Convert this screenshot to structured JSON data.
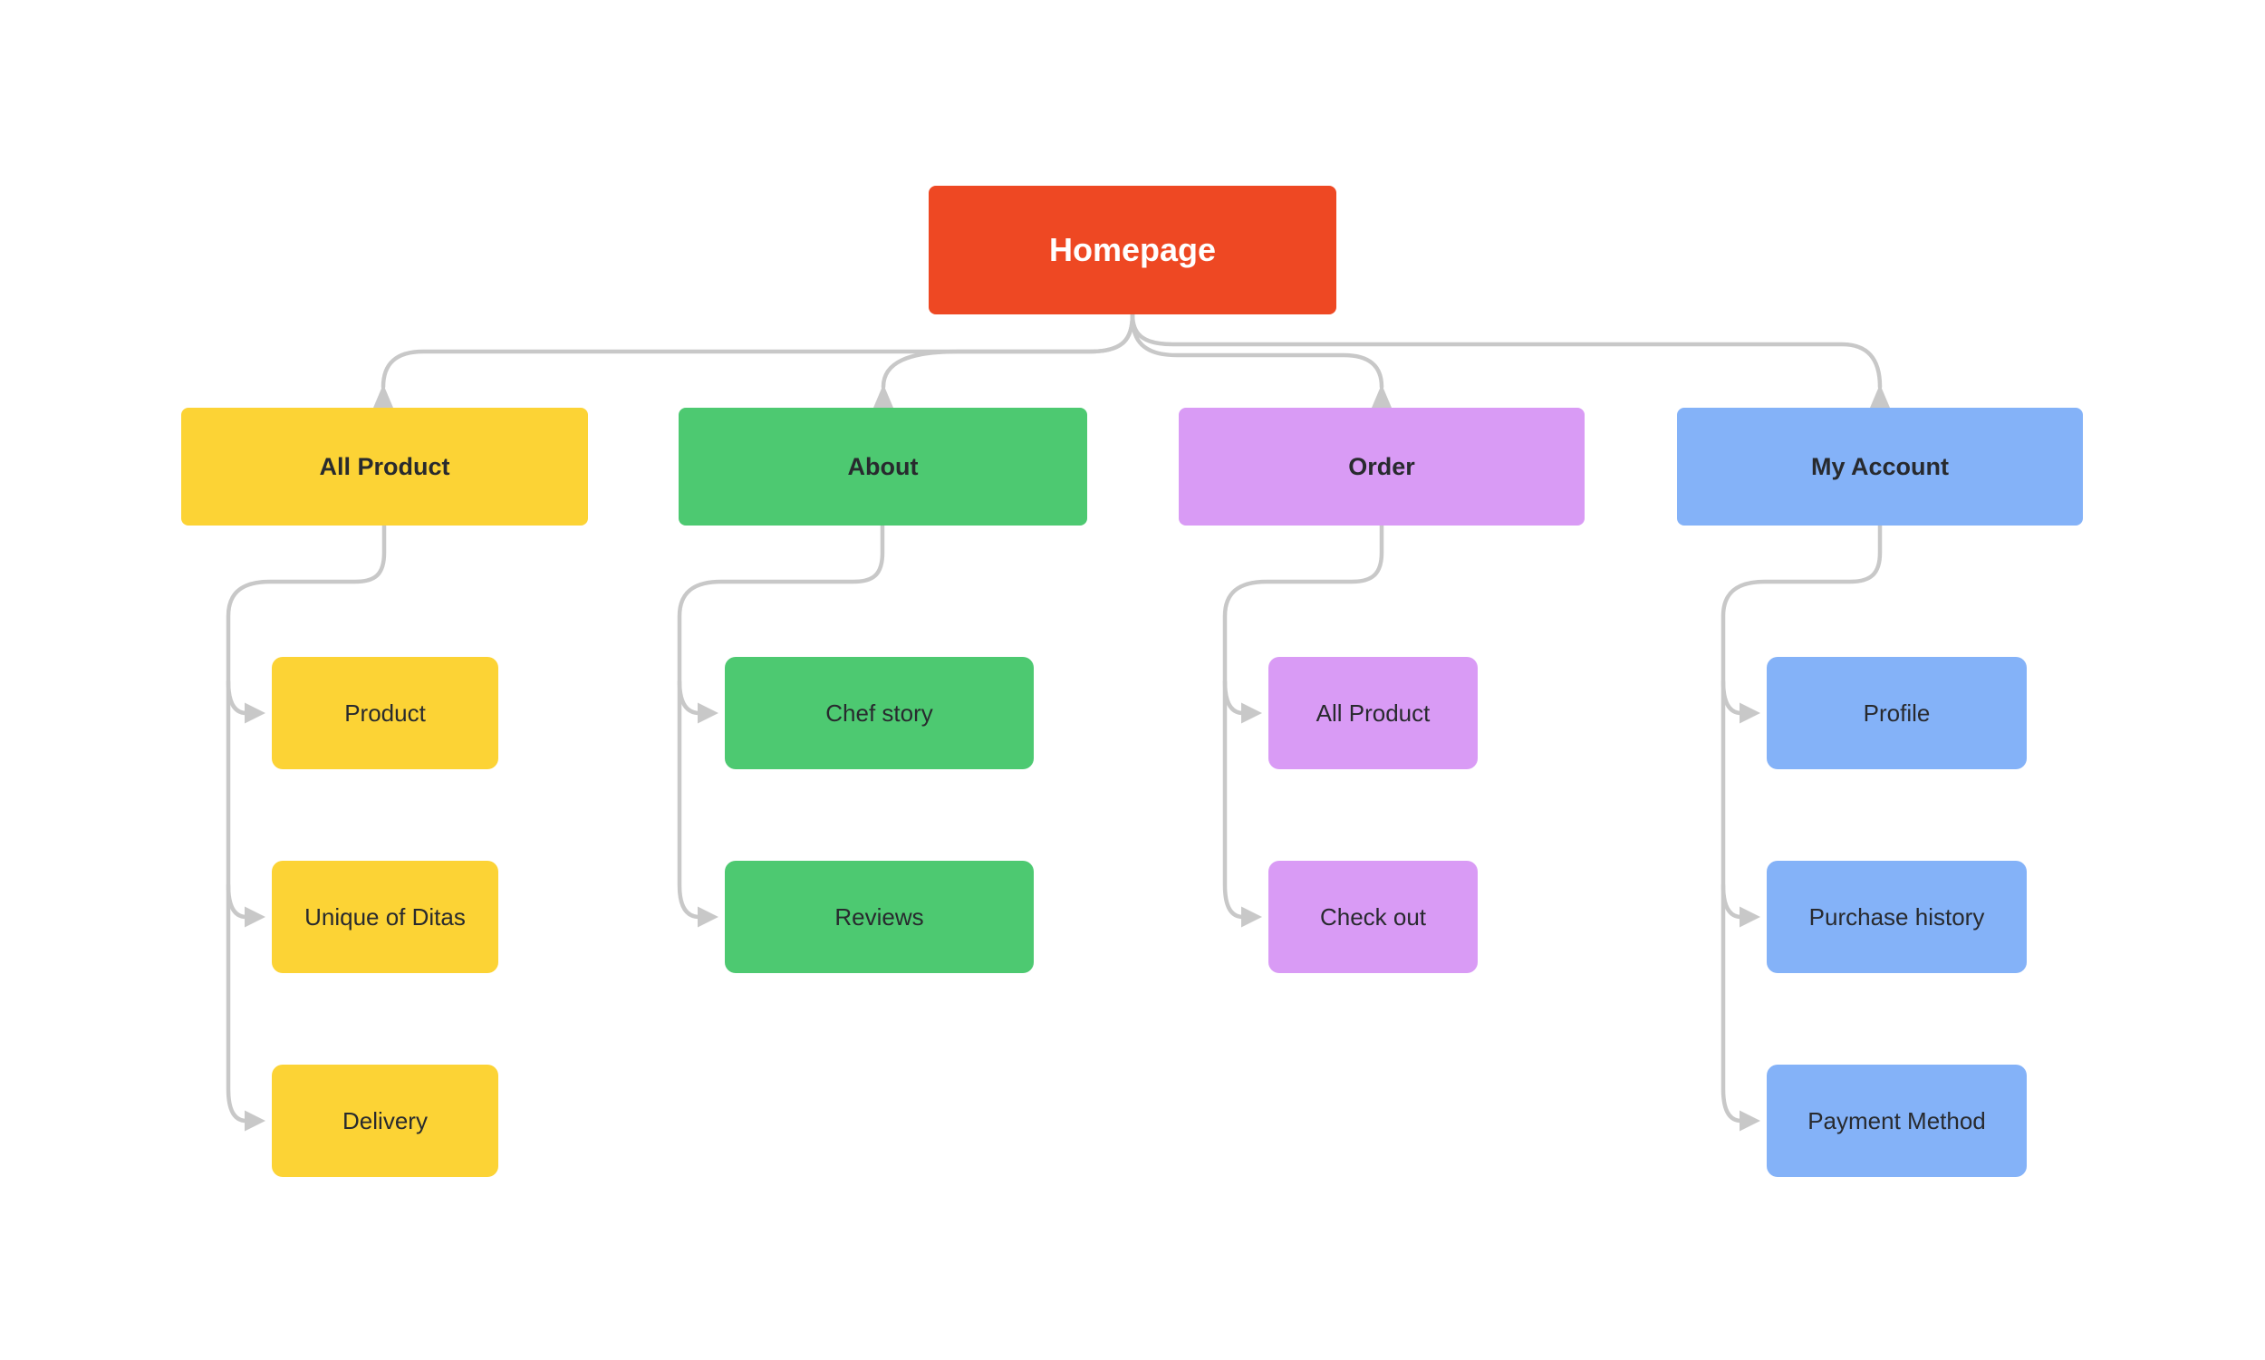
{
  "diagram": {
    "root": {
      "label": "Homepage"
    },
    "categories": [
      {
        "label": "All Product",
        "children": [
          {
            "label": "Product"
          },
          {
            "label": "Unique of Ditas"
          },
          {
            "label": "Delivery"
          }
        ]
      },
      {
        "label": "About",
        "children": [
          {
            "label": "Chef story"
          },
          {
            "label": "Reviews"
          }
        ]
      },
      {
        "label": "Order",
        "children": [
          {
            "label": "All Product"
          },
          {
            "label": "Check out"
          }
        ]
      },
      {
        "label": "My Account",
        "children": [
          {
            "label": "Profile"
          },
          {
            "label": "Purchase history"
          },
          {
            "label": "Payment Method"
          }
        ]
      }
    ],
    "palette": {
      "root": "#EE4823",
      "all_product": "#FCD335",
      "about": "#4DC971",
      "order": "#D99BF5",
      "my_account": "#84B2F8",
      "connector": "#C8C8C8",
      "text_dark": "#282A2E",
      "text_light": "#FFFFFF",
      "background": "#FFFFFF"
    }
  }
}
